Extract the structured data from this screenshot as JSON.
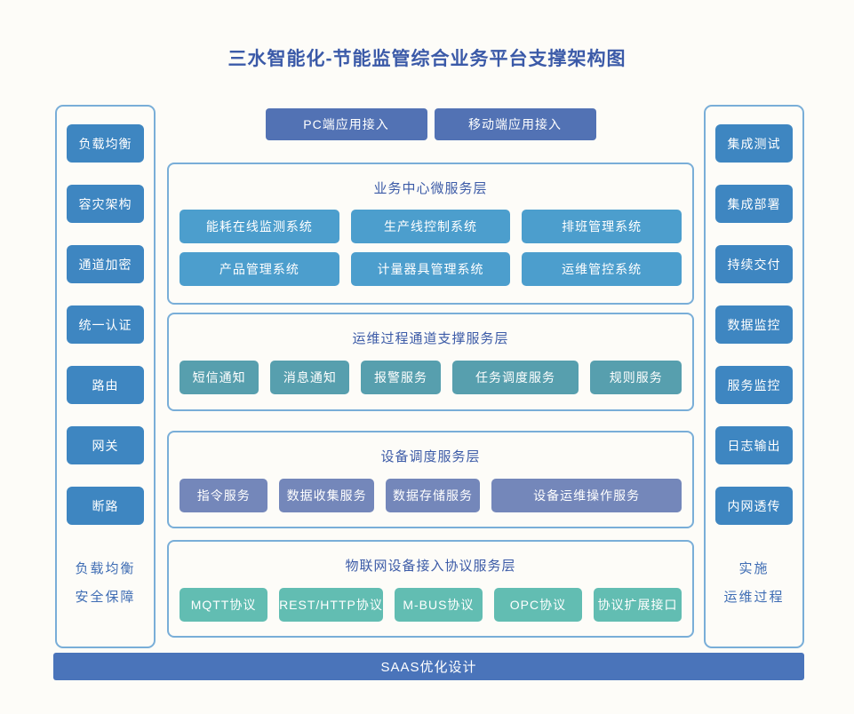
{
  "title": "三水智能化-节能监管综合业务平台支撑架构图",
  "access_buttons": [
    "PC端应用接入",
    "移动端应用接入"
  ],
  "left_panel": {
    "items": [
      "负载均衡",
      "容灾架构",
      "通道加密",
      "统一认证",
      "路由",
      "网关",
      "断路"
    ],
    "caption": [
      "负载均衡",
      "安全保障"
    ]
  },
  "right_panel": {
    "items": [
      "集成测试",
      "集成部署",
      "持续交付",
      "数据监控",
      "服务监控",
      "日志输出",
      "内网透传"
    ],
    "caption": [
      "实施",
      "运维过程"
    ]
  },
  "layers": [
    {
      "title": "业务中心微服务层",
      "items": [
        "能耗在线监测系统",
        "生产线控制系统",
        "排班管理系统",
        "产品管理系统",
        "计量器具管理系统",
        "运维管控系统"
      ]
    },
    {
      "title": "运维过程通道支撑服务层",
      "items": [
        "短信通知",
        "消息通知",
        "报警服务",
        "任务调度服务",
        "规则服务"
      ]
    },
    {
      "title": "设备调度服务层",
      "items": [
        "指令服务",
        "数据收集服务",
        "数据存储服务",
        "设备运维操作服务"
      ]
    },
    {
      "title": "物联网设备接入协议服务层",
      "items": [
        "MQTT协议",
        "REST/HTTP协议",
        "M-BUS协议",
        "OPC协议",
        "协议扩展接口"
      ]
    }
  ],
  "footer": {
    "label": "SAAS优化设计"
  },
  "colors": {
    "page-bg": "#fdfcf8",
    "title-text": "#3b5aa8",
    "panel-border": "#79aed8",
    "layer-border": "#79aed8",
    "panel-btn": "#3e86c1",
    "access-btn": "#5272b4",
    "layer1-btn": "#4c9ecd",
    "layer2-btn": "#579fae",
    "layer3-btn": "#7487ba",
    "layer4-btn": "#62bdb2",
    "footer-bar": "#4a74ba",
    "layer-title": "#3c5ba7",
    "caption-text": "#3f6db4",
    "node-text": "#ffffff"
  }
}
